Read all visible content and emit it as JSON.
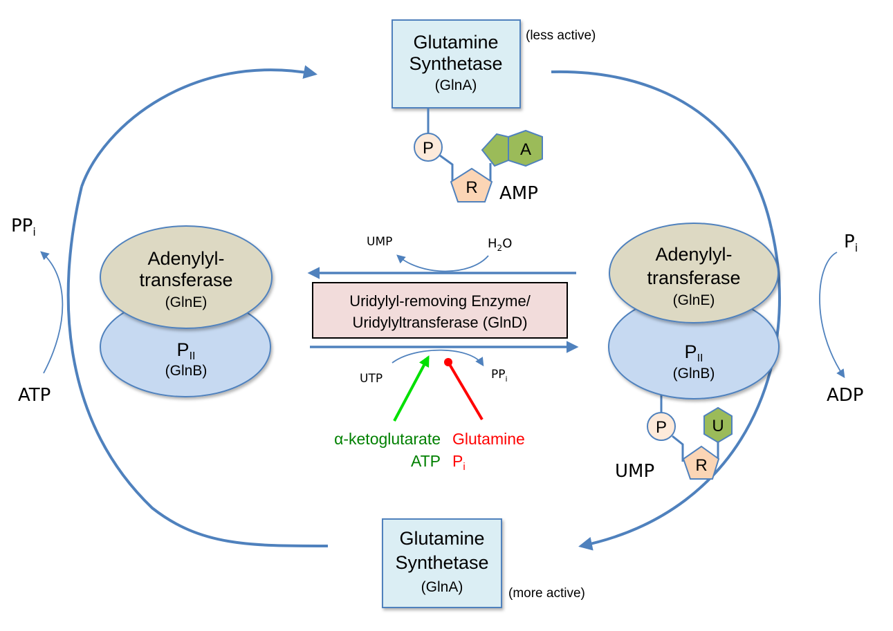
{
  "colors": {
    "arrow": "#4f81bd",
    "gs_fill": "#dbeef4",
    "glne_fill": "#ddd9c3",
    "glnb_fill": "#c6d9f1",
    "glnd_fill": "#f2dcdb",
    "phosphate_fill": "#fdeada",
    "ribose_fill": "#fbd5b5",
    "base_fill": "#9bbb59",
    "activator": "#00cc00",
    "activator_text": "#008000",
    "inhibitor": "#ff0000"
  },
  "gs_top": {
    "line1": "Glutamine",
    "line2": "Synthetase",
    "line3": "(GlnA)",
    "state": "(less active)"
  },
  "gs_bottom": {
    "line1": "Glutamine",
    "line2": "Synthetase",
    "line3": "(GlnA)",
    "state": "(more active)"
  },
  "amp_group": {
    "phosphate": "P",
    "ribose": "R",
    "base": "A",
    "label": "AMP"
  },
  "ump_group": {
    "phosphate": "P",
    "ribose": "R",
    "base": "U",
    "label": "UMP"
  },
  "left_complex": {
    "glne_line1": "Adenylyl-",
    "glne_line2": "transferase",
    "glne_line3": "(GlnE)",
    "glnb_main": "P",
    "glnb_sub": "II",
    "glnb_name": "(GlnB)"
  },
  "right_complex": {
    "glne_line1": "Adenylyl-",
    "glne_line2": "transferase",
    "glne_line3": "(GlnE)",
    "glnb_main": "P",
    "glnb_sub": "II",
    "glnb_name": "(GlnB)"
  },
  "glnd": {
    "line1": "Uridylyl-removing Enzyme/",
    "line2": "Uridylyltransferase (GlnD)"
  },
  "top_reaction": {
    "product": "UMP",
    "reactant_main": "H",
    "reactant_sub": "2",
    "reactant_tail": "O"
  },
  "bottom_reaction": {
    "reactant": "UTP",
    "product_main": "PP",
    "product_sub": "i"
  },
  "left_side": {
    "product_main": "PP",
    "product_sub": "i",
    "reactant": "ATP"
  },
  "right_side": {
    "reactant_main": "P",
    "reactant_sub": "i",
    "product": "ADP"
  },
  "activators": {
    "line1": "α-ketoglutarate",
    "line2": "ATP"
  },
  "inhibitors": {
    "line1": "Glutamine",
    "line2_main": "P",
    "line2_sub": "i"
  }
}
